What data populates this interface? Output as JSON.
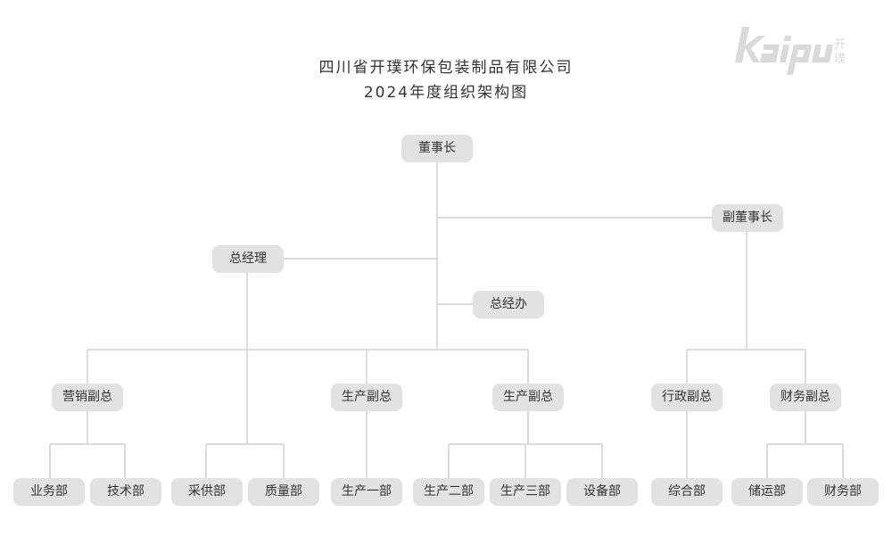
{
  "title": {
    "line1": "四川省开璞环保包装制品有限公司",
    "line2": "2024年度组织架构图"
  },
  "logo": {
    "wordmark": "kaipu",
    "chinese": "开璞",
    "color": "#dadada"
  },
  "colors": {
    "node_bg": "#e2e2e2",
    "line": "#dcdcdc",
    "text": "#333333"
  },
  "org": {
    "chairman": "董事长",
    "vice_chairman": "副董事长",
    "general_manager": "总经理",
    "gm_office": "总经办",
    "vp_marketing": "营销副总",
    "vp_production_1": "生产副总",
    "vp_production_2": "生产副总",
    "vp_admin": "行政副总",
    "vp_finance": "财务副总",
    "dept_business": "业务部",
    "dept_technology": "技术部",
    "dept_procurement": "采供部",
    "dept_quality": "质量部",
    "dept_production_1": "生产一部",
    "dept_production_2": "生产二部",
    "dept_production_3": "生产三部",
    "dept_equipment": "设备部",
    "dept_general": "综合部",
    "dept_storage": "储运部",
    "dept_finance": "财务部"
  }
}
